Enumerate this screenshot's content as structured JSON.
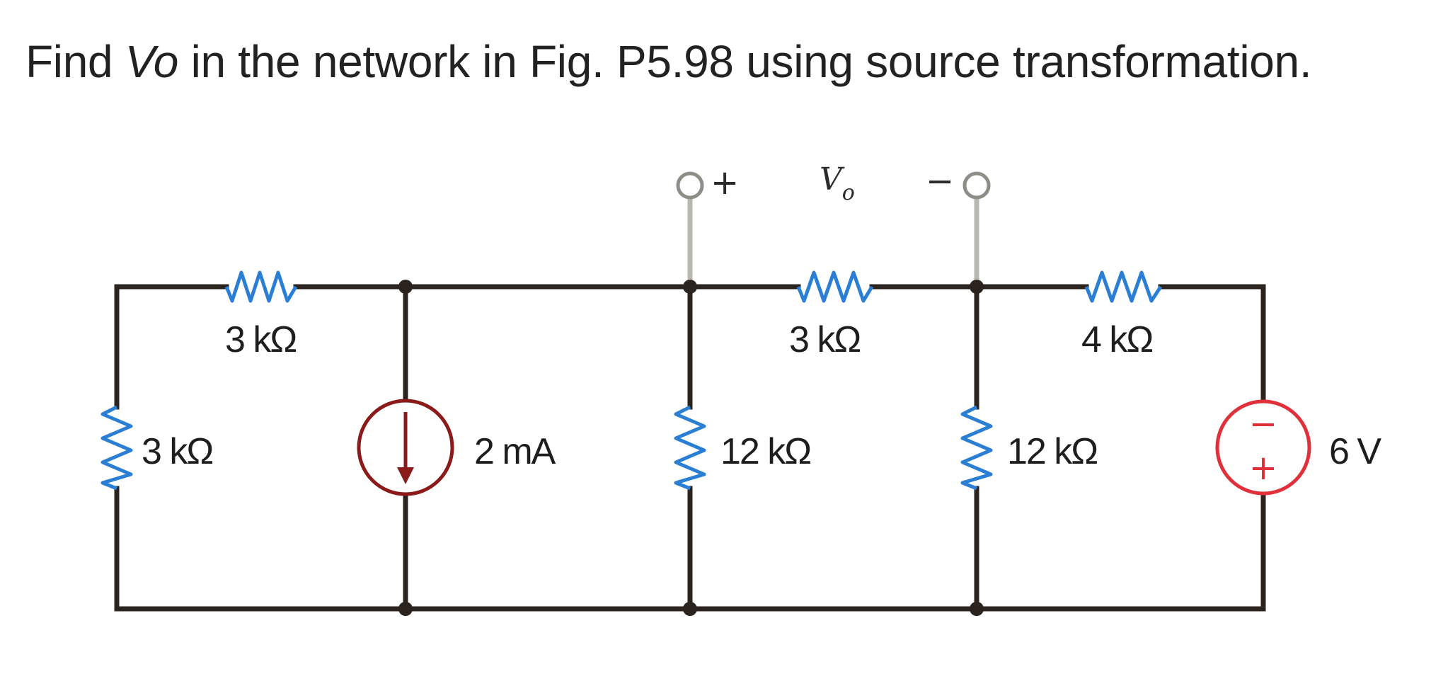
{
  "question": {
    "prefix": "Find ",
    "variable": "Vo",
    "suffix": " in the network in Fig. P5.98 using source transformation."
  },
  "diagram": {
    "output": {
      "plus": "+",
      "variable": "V",
      "subscript": "o",
      "minus": "−"
    },
    "components": {
      "r_left_vertical": "3 kΩ",
      "r_top_left": "3 kΩ",
      "current_source": "2 mA",
      "r_mid_vertical": "12 kΩ",
      "r_top_middle": "3 kΩ",
      "r_right_vertical": "12 kΩ",
      "r_top_right": "4 kΩ",
      "voltage_source": "6 V"
    },
    "source_polarity": {
      "top": "−",
      "bottom": "+"
    },
    "colors": {
      "wire": "#2a231e",
      "resistor": "#2a7fd4",
      "current_source": "#8b1a1a",
      "voltage_source": "#e0303a",
      "terminal_lead": "#b8b8b0"
    }
  }
}
